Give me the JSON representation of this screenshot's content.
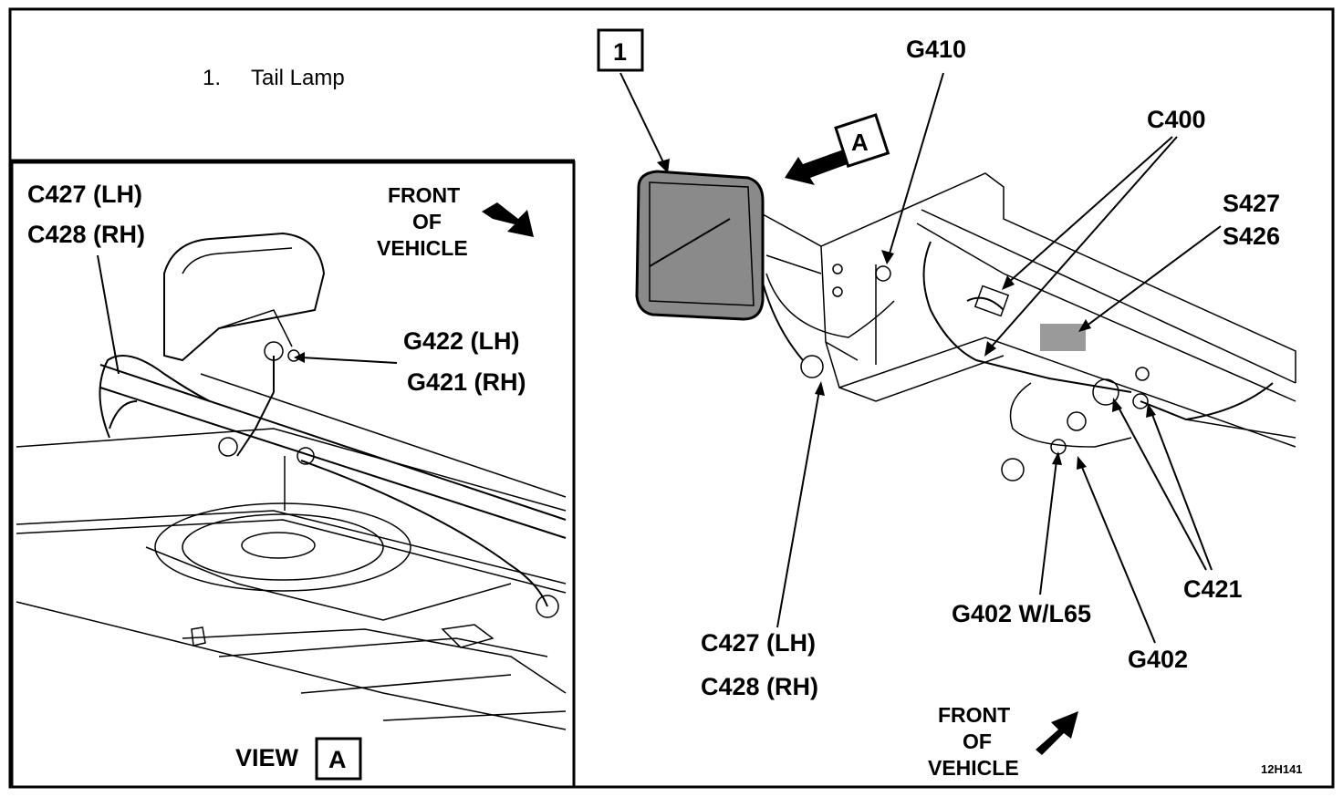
{
  "legend": {
    "number": "1.",
    "text": "Tail Lamp"
  },
  "view_a": {
    "connector_lh": "C427 (LH)",
    "connector_rh": "C428 (RH)",
    "ground_lh": "G422 (LH)",
    "ground_rh": "G421 (RH)",
    "front_line1": "FRONT",
    "front_line2": "OF",
    "front_line3": "VEHICLE",
    "view_word": "VIEW",
    "view_box": "A"
  },
  "main": {
    "callout_number": "1",
    "view_ref": "A",
    "g410": "G410",
    "c400": "C400",
    "s427": "S427",
    "s426": "S426",
    "c421": "C421",
    "g402_wl65": "G402 W/L65",
    "g402": "G402",
    "connector_lh": "C427 (LH)",
    "connector_rh": "C428 (RH)",
    "front_line1": "FRONT",
    "front_line2": "OF",
    "front_line3": "VEHICLE",
    "figure_id": "12H141"
  }
}
